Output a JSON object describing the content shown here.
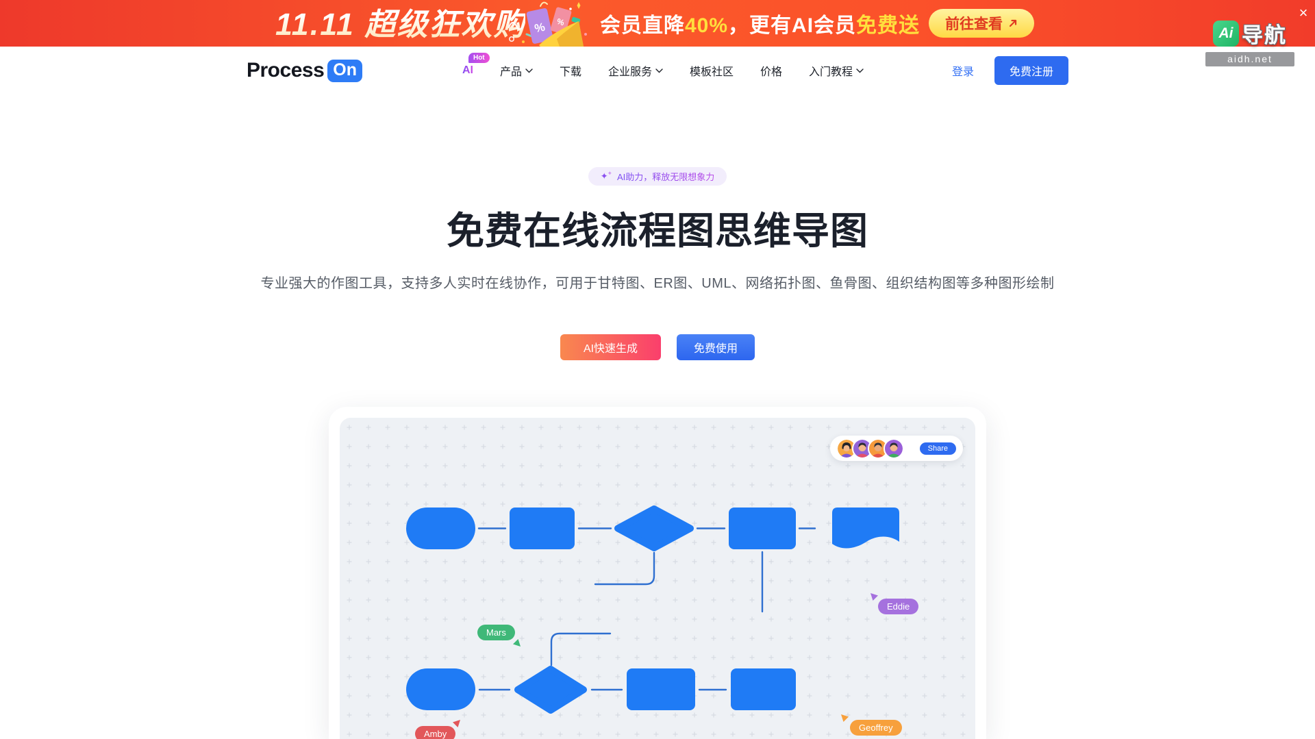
{
  "banner": {
    "headline": "11.11 超级狂欢购",
    "message_prefix": "会员直降",
    "message_highlight1": "40%",
    "message_mid": "，更有AI会员",
    "message_highlight2": "免费送",
    "cta_label": "前往查看",
    "colors": {
      "background_left": "#ee392b",
      "background_mid": "#fb5a2b",
      "highlight_yellow": "#ffdf3d",
      "cta_background": "#ffd944",
      "cta_text": "#e03a20"
    }
  },
  "watermark": {
    "logo_text": "Ai",
    "logo_name": "导航",
    "domain": "aidh.net"
  },
  "icons": {
    "close": "×",
    "sparkle": "✦",
    "sparkle_plus": "+"
  },
  "nav": {
    "logo_text": "Process",
    "logo_badge": "On",
    "items": [
      {
        "label": "AI",
        "badge": "Hot",
        "has_dropdown": false
      },
      {
        "label": "产品",
        "has_dropdown": true
      },
      {
        "label": "下载",
        "has_dropdown": false
      },
      {
        "label": "企业服务",
        "has_dropdown": true
      },
      {
        "label": "模板社区",
        "has_dropdown": false
      },
      {
        "label": "价格",
        "has_dropdown": false
      },
      {
        "label": "入门教程",
        "has_dropdown": true
      }
    ],
    "login_label": "登录",
    "signup_label": "免费注册",
    "brand_blue": "#2e6bf0"
  },
  "hero": {
    "badge_text": "AI助力，释放无限想象力",
    "title": "免费在线流程图思维导图",
    "subtitle": "专业强大的作图工具，支持多人实时在线协作，可用于甘特图、ER图、UML、网络拓扑图、鱼骨图、组织结构图等多种图形绘制",
    "primary_cta": "AI快速生成",
    "secondary_cta": "免费使用"
  },
  "canvas": {
    "share_label": "Share",
    "collaborator_count": 4,
    "tags": {
      "mars": "Mars",
      "eddie": "Eddie",
      "amby": "Amby",
      "geoffrey": "Geoffrey"
    },
    "colors": {
      "shape_blue": "#1f7bf5",
      "connector_blue": "#2e6fd0",
      "canvas_background": "#eef1f5",
      "mars_green": "#3fb878",
      "eddie_purple": "#a571de",
      "amby_red": "#e2575a",
      "geoffrey_orange": "#f7a03c"
    }
  }
}
